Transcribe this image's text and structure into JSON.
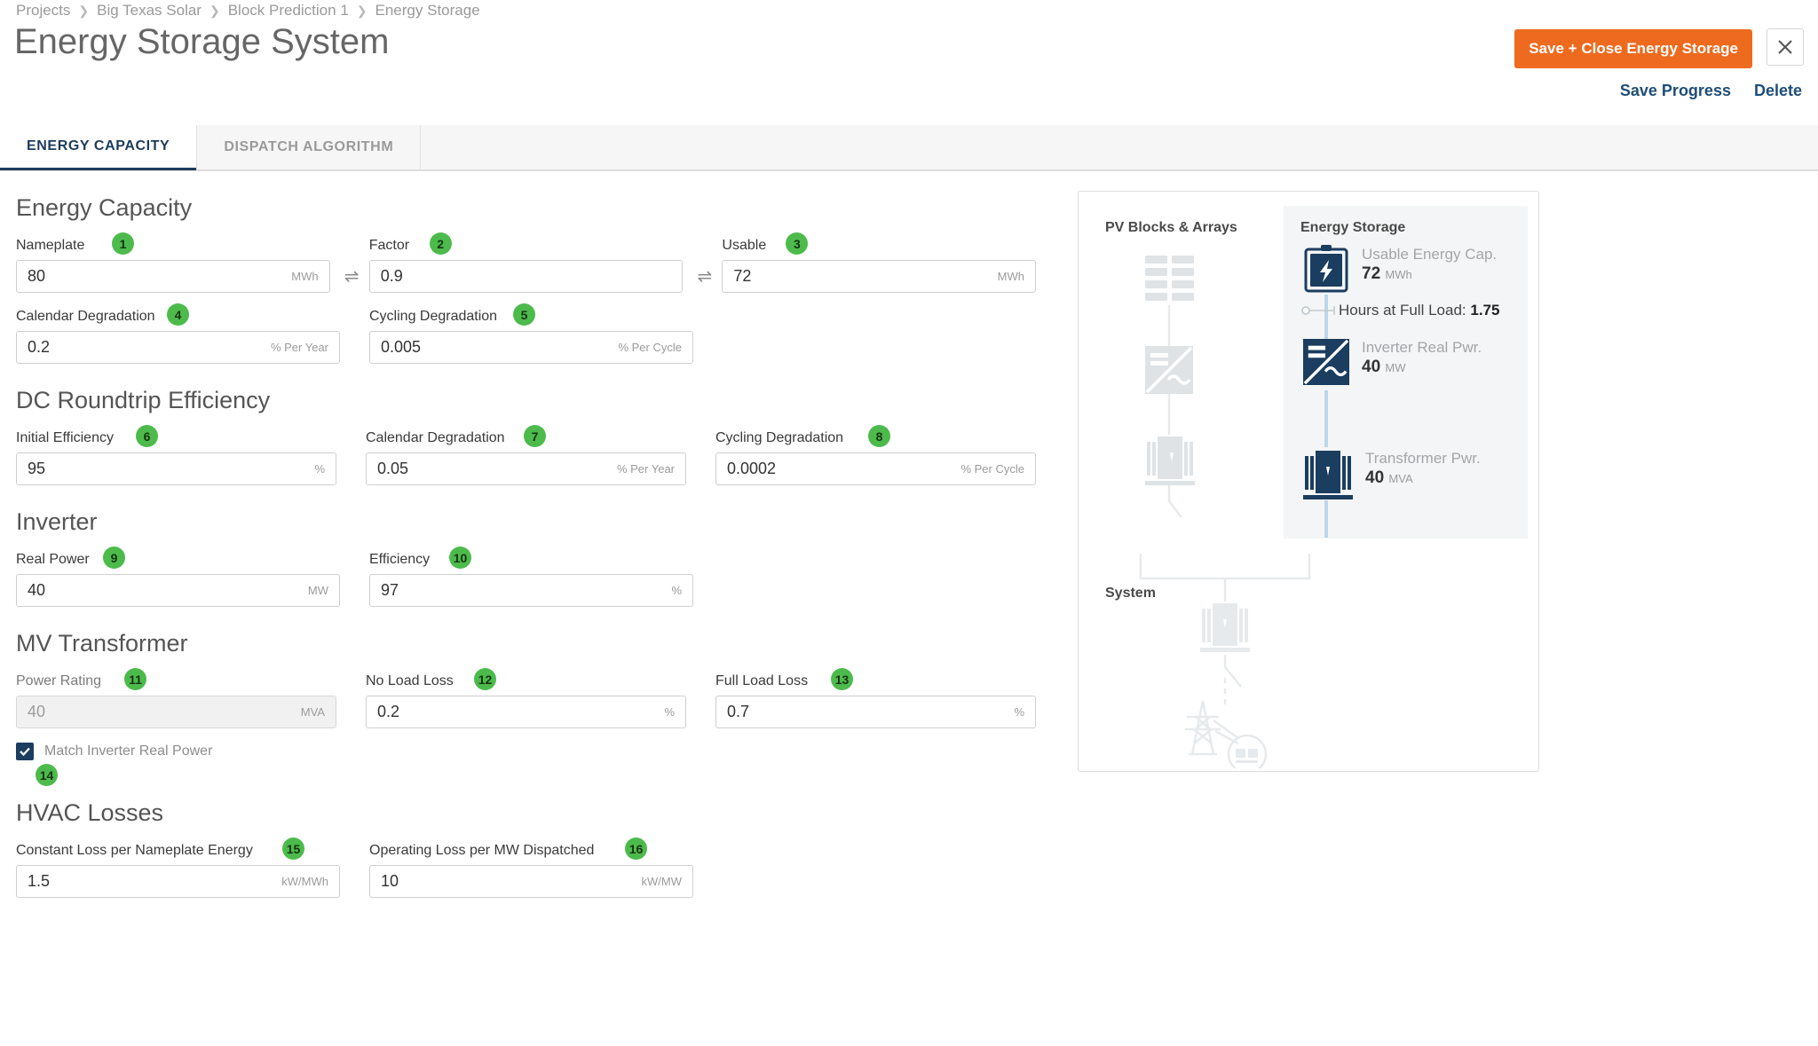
{
  "breadcrumb": [
    "Projects",
    "Big Texas Solar",
    "Block Prediction 1",
    "Energy Storage"
  ],
  "header": {
    "title": "Energy Storage System",
    "primary_button": "Save + Close Energy Storage",
    "close_icon": "close-icon",
    "save_progress": "Save Progress",
    "delete": "Delete"
  },
  "tabs": [
    {
      "label": "ENERGY CAPACITY",
      "active": true
    },
    {
      "label": "DISPATCH ALGORITHM",
      "active": false
    }
  ],
  "sections": {
    "energy_capacity": {
      "title": "Energy Capacity",
      "fields": [
        {
          "label": "Nameplate",
          "badge": "1",
          "value": "80",
          "unit": "MWh"
        },
        {
          "label": "Factor",
          "badge": "2",
          "value": "0.9",
          "unit": ""
        },
        {
          "label": "Usable",
          "badge": "3",
          "value": "72",
          "unit": "MWh"
        },
        {
          "label": "Calendar Degradation",
          "badge": "4",
          "value": "0.2",
          "unit": "% Per Year"
        },
        {
          "label": "Cycling Degradation",
          "badge": "5",
          "value": "0.005",
          "unit": "% Per Cycle"
        }
      ],
      "swap_icon": "⇌"
    },
    "dc_roundtrip": {
      "title": "DC Roundtrip Efficiency",
      "fields": [
        {
          "label": "Initial Efficiency",
          "badge": "6",
          "value": "95",
          "unit": "%"
        },
        {
          "label": "Calendar Degradation",
          "badge": "7",
          "value": "0.05",
          "unit": "% Per Year"
        },
        {
          "label": "Cycling Degradation",
          "badge": "8",
          "value": "0.0002",
          "unit": "% Per Cycle"
        }
      ]
    },
    "inverter": {
      "title": "Inverter",
      "fields": [
        {
          "label": "Real Power",
          "badge": "9",
          "value": "40",
          "unit": "MW"
        },
        {
          "label": "Efficiency",
          "badge": "10",
          "value": "97",
          "unit": "%"
        }
      ]
    },
    "mv_transformer": {
      "title": "MV Transformer",
      "fields": [
        {
          "label": "Power Rating",
          "badge": "11",
          "value": "40",
          "unit": "MVA",
          "disabled": true
        },
        {
          "label": "No Load Loss",
          "badge": "12",
          "value": "0.2",
          "unit": "%"
        },
        {
          "label": "Full Load Loss",
          "badge": "13",
          "value": "0.7",
          "unit": "%"
        }
      ],
      "checkbox": {
        "label": "Match Inverter Real Power",
        "badge": "14",
        "checked": true
      }
    },
    "hvac_losses": {
      "title": "HVAC Losses",
      "fields": [
        {
          "label": "Constant Loss per Nameplate Energy",
          "badge": "15",
          "value": "1.5",
          "unit": "kW/MWh"
        },
        {
          "label": "Operating Loss per MW Dispatched",
          "badge": "16",
          "value": "10",
          "unit": "kW/MW"
        }
      ]
    }
  },
  "diagram": {
    "pv_column_title": "PV Blocks & Arrays",
    "energy_storage_title": "Energy Storage",
    "system_title": "System",
    "pv_icons": [
      "pv-array-icon",
      "inverter-icon",
      "transformer-icon"
    ],
    "storage_items": [
      {
        "icon": "battery-icon",
        "label": "Usable Energy Cap.",
        "value": "72",
        "unit": "MWh"
      },
      {
        "icon": "inverter-icon",
        "label": "Inverter Real Pwr.",
        "value": "40",
        "unit": "MW"
      },
      {
        "icon": "transformer-icon",
        "label": "Transformer Pwr.",
        "value": "40",
        "unit": "MVA"
      }
    ],
    "hours_label": "Hours at Full Load:",
    "hours_value": "1.75",
    "system_icons": [
      "transformer-icon",
      "disconnect-switch-icon",
      "transmission-tower-icon",
      "meter-icon"
    ]
  },
  "colors": {
    "accent_orange": "#ee6a1e",
    "navy": "#1d3c5c",
    "badge_green": "#4cbb4c",
    "icon_navy": "#1b3d5f",
    "icon_gray": "#dfe3e6"
  }
}
